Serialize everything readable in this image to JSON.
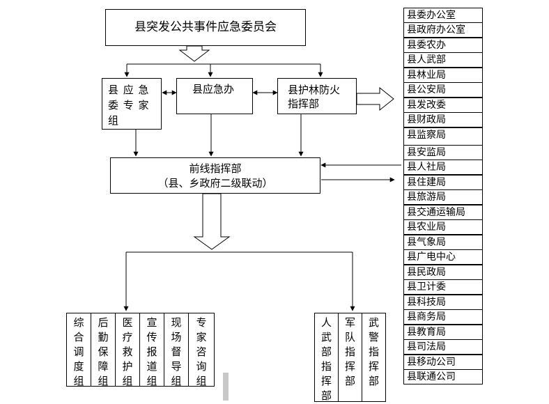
{
  "top_committee": "县突发公共事件应急委员会",
  "experts_group": "县 应 急\n委 专 家\n组",
  "emergency_office": "县应急办",
  "forest_fire_hq": "县护林防火\n指挥部",
  "frontline": {
    "line1": "前线指挥部",
    "line2": "（县、乡政府二级联动）"
  },
  "left_groups": [
    "综\n合\n调\n度\n组",
    "后\n勤\n保\n障\n组",
    "医\n疗\n救\n护\n组",
    "宣\n传\n报\n道\n组",
    "现\n场\n督\n导\n组",
    "专\n家\n咨\n询\n组"
  ],
  "right_groups": [
    "人\n武\n部\n指\n挥\n部",
    "军\n队\n指\n挥\n部",
    "武\n警\n指\n挥\n部"
  ],
  "departments_top": [
    "县委办公室",
    "县政府办公室",
    "县委农办",
    "县人武部",
    "县林业局",
    "县公安局",
    "县发改委",
    "县财政局",
    "县监察局"
  ],
  "departments_bottom": [
    "县安监局",
    "县人社局",
    "县住建局",
    "县旅游局",
    "县交通运输局",
    "县农业局",
    "县气象局",
    "县广电中心",
    "县民政局",
    "县卫计委",
    "县科技局",
    "县商务局",
    "县教育局",
    "县司法局",
    "县移动公司",
    "县联通公司"
  ]
}
